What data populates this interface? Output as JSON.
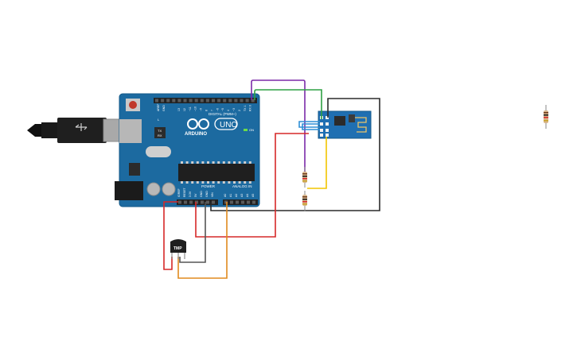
{
  "board": {
    "brand": "ARDUINO",
    "model": "UNO",
    "digital_header": "DIGITAL (PWM~)",
    "power_header": "POWER",
    "analog_header": "ANALOG IN",
    "on_label": "ON",
    "aref_label": "AREF",
    "gnd_label": "GND",
    "tx_label": "TX",
    "rx_label": "RX",
    "l_label": "L",
    "digital_pins": [
      "13",
      "12",
      "~11",
      "~10",
      "~9",
      "8",
      "7",
      "~6",
      "~5",
      "4",
      "~3",
      "2",
      "TX 1",
      "RX 0"
    ],
    "power_pins": [
      "IOREF",
      "RESET",
      "3.3V",
      "5V",
      "GND",
      "GND",
      "VIN"
    ],
    "analog_pins": [
      "A0",
      "A1",
      "A2",
      "A3",
      "A4",
      "A5"
    ]
  },
  "sensor": {
    "label": "TMP"
  },
  "wire_colors": {
    "purple": "#7b2aa8",
    "green": "#2ea043",
    "black": "#2b2b2b",
    "red": "#d62828",
    "blue": "#2f8fd6",
    "yellow": "#f2c500",
    "orange": "#e08a1e",
    "gray": "#555555"
  },
  "board_color": "#1c6aa0"
}
